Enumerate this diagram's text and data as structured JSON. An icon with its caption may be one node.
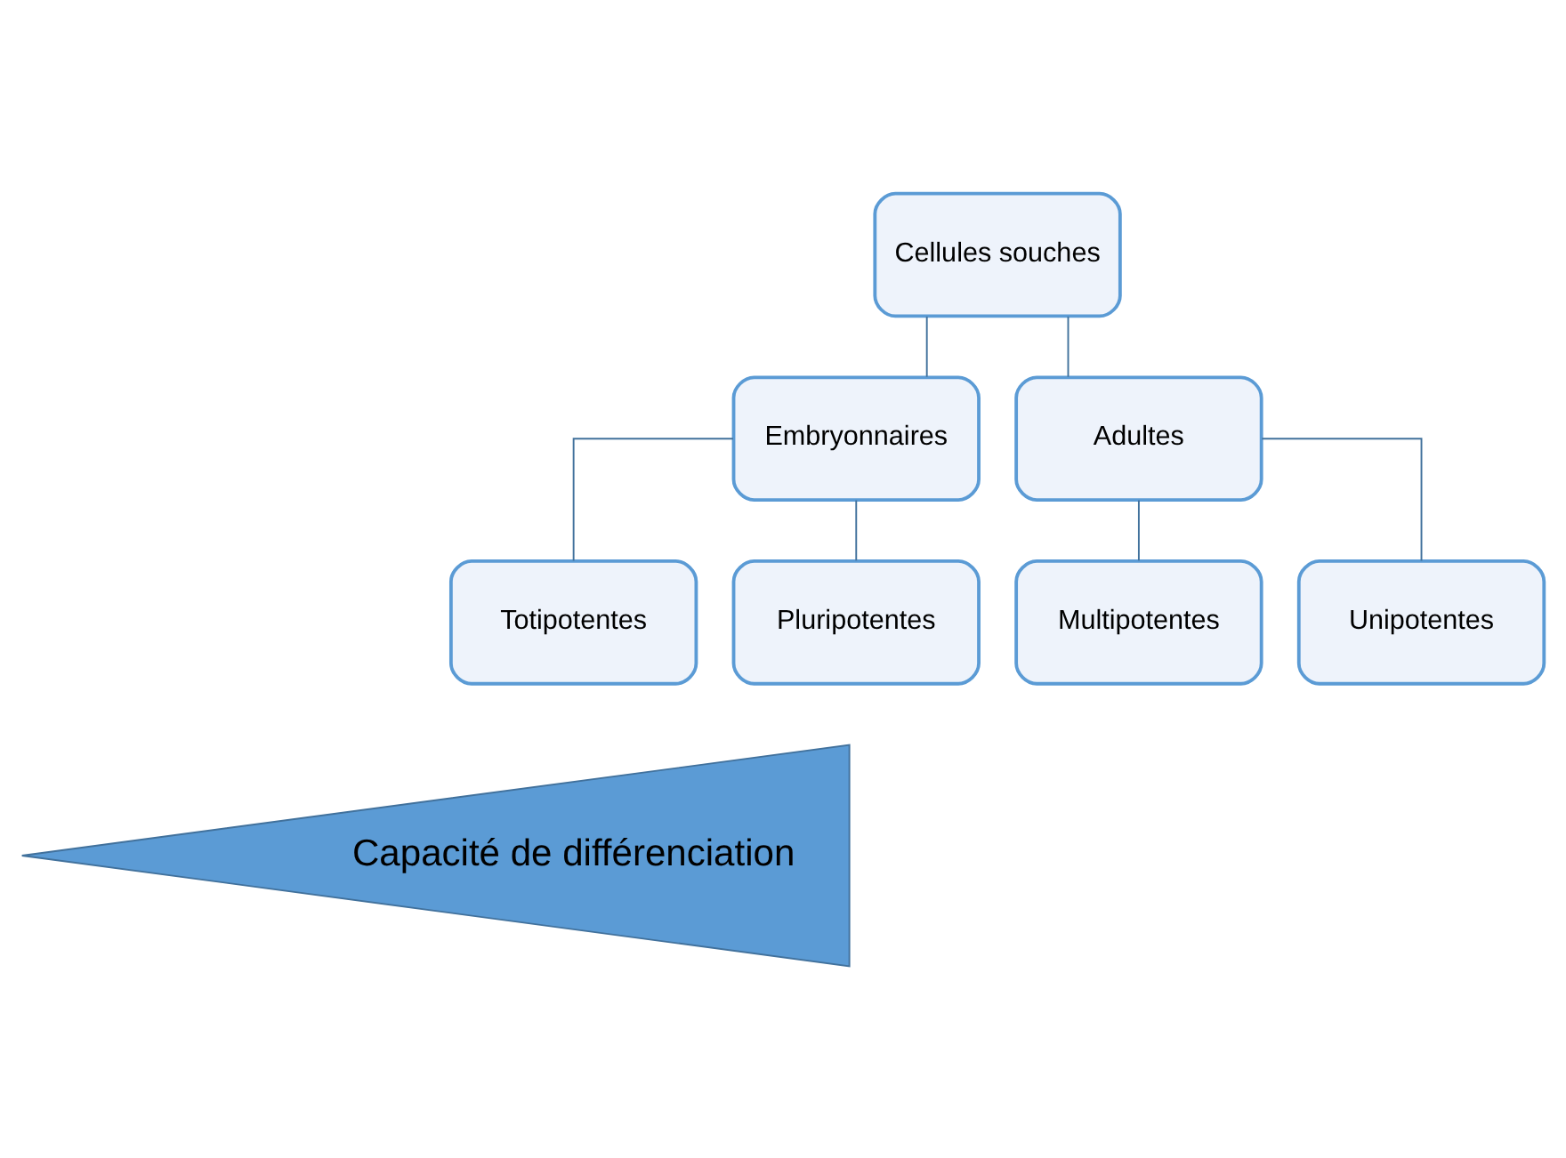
{
  "diagram": {
    "nodes": [
      {
        "text": [
          "Cellules souches"
        ]
      },
      {
        "text": [
          "Embryonnaires"
        ]
      },
      {
        "text": [
          "Adultes"
        ]
      },
      {
        "text": [
          "Totipotentes"
        ]
      },
      {
        "text": [
          "Pluripotentes"
        ]
      },
      {
        "text": [
          "Multipotentes"
        ]
      },
      {
        "text": [
          "Unipotentes"
        ]
      },
      {
        "text": [
          "Capacité de différenciation"
        ]
      }
    ],
    "edges": [
      {
        "from": 0,
        "to": 1,
        "arrow": "none"
      },
      {
        "from": 0,
        "to": 2,
        "arrow": "none"
      },
      {
        "from": 1,
        "to": 3,
        "arrow": "none"
      },
      {
        "from": 1,
        "to": 4,
        "arrow": "none"
      },
      {
        "from": 2,
        "to": 5,
        "arrow": "none"
      },
      {
        "from": 2,
        "to": 6,
        "arrow": "none"
      }
    ]
  }
}
